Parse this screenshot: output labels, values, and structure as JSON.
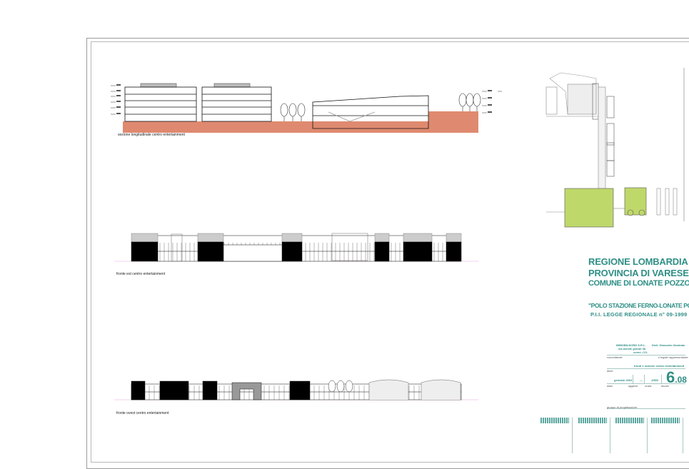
{
  "drawings": {
    "section_caption": "sezione longitudinale centro entertainment",
    "east_caption": "fronte est centro entertainment",
    "west_caption": "fronte ovest centro entertainment"
  },
  "title_block": {
    "region": "REGIONE LOMBARDIA",
    "province": "PROVINCIA DI VARESE",
    "comune": "COMUNE DI LONATE POZZOLO",
    "project": "\"POLO STAZIONE FERNO-LONATE POZZOLO\"",
    "law": "P.I.I. LEGGE REGIONALE n° 09-1999",
    "client_name": "IMMOBILNORD S.R.L.",
    "client_address": "via achille grandi 38",
    "client_city": "cermi -CO-",
    "client_label": "committente",
    "rep_name": "Dott. Giancarlo Zaninato",
    "rep_label": "il legale rappresentante",
    "title_label": "titolo",
    "title_value": "fronti e sezione centro entertainment",
    "date_value": "gennaio 2004",
    "update_value": "---",
    "scale_value": "1/500",
    "date_label": "data",
    "update_label": "aggiorn.",
    "scale_label": "scala",
    "sheet_label": "tavola",
    "sheet_main": "6",
    "sheet_sub": ".08",
    "design_group_label": "gruppo di progettazione"
  },
  "colors": {
    "accent": "#2f8f86",
    "terrain": "#df8a70",
    "green": "#bfd86a"
  }
}
